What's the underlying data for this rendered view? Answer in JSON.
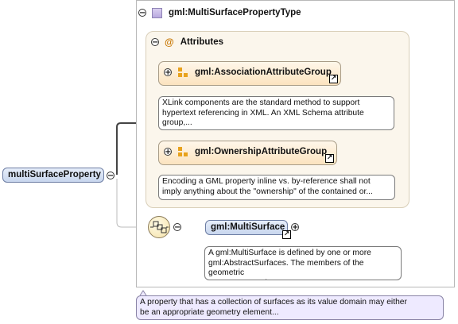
{
  "root_element": {
    "label": "multiSurfaceProperty",
    "toggle": "−"
  },
  "root_note": "A property that has a collection of surfaces as its value domain may either\nbe an appropriate geometry element...",
  "type": {
    "label": "gml:MultiSurfacePropertyType",
    "toggle": "−"
  },
  "attributes": {
    "label": "Attributes",
    "at_symbol": "@",
    "toggle": "−",
    "groups": [
      {
        "label": "gml:AssociationAttributeGroup",
        "toggle": "+",
        "note": "XLink components are the standard method to support\nhypertext referencing in XML. An XML Schema attribute\ngroup,..."
      },
      {
        "label": "gml:OwnershipAttributeGroup",
        "toggle": "+",
        "note": "Encoding a GML property inline vs. by-reference shall not\nimply anything about the \"ownership\" of the contained or..."
      }
    ]
  },
  "sequence": {
    "toggle": "−"
  },
  "child_element": {
    "label": "gml:MultiSurface",
    "toggle": "+",
    "note": "A gml:MultiSurface is defined by one or more\ngml:AbstractSurfaces. The members of the geometric\naggregate may be..."
  },
  "icons": {
    "type": "complex-type-icon",
    "group": "attribute-group-icon",
    "link": "link-arrow-icon",
    "sequence": "sequence-compositor-icon"
  }
}
